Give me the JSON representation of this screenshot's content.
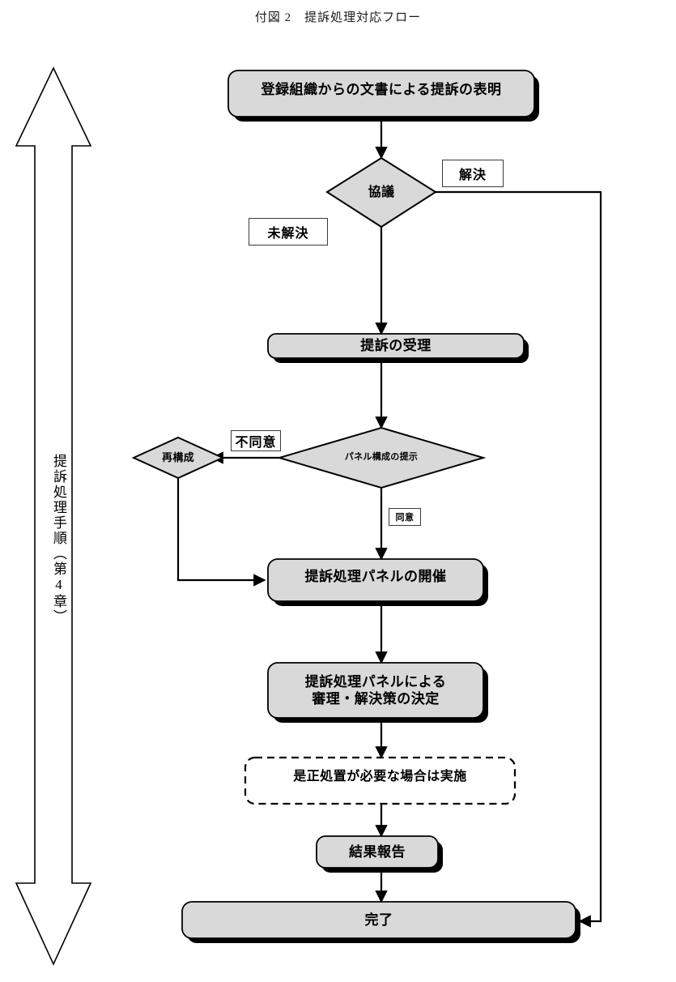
{
  "title": "付図 2　提訴処理対応フロー",
  "colors": {
    "node_fill": "#d9d9d9",
    "node_stroke": "#000000",
    "shadow": "#000000",
    "line": "#000000",
    "label_border": "#3a3a3a",
    "page_background": "#ffffff"
  },
  "side_axis": {
    "caption": "提訴処理手順（第4章）",
    "shape": "double-headed-vertical-arrow"
  },
  "nodes": [
    {
      "id": "declaration",
      "label": "登録組織からの文書による提訴の表明",
      "shape": "rounded-rect",
      "filled": true,
      "dashed": false
    },
    {
      "id": "consultation",
      "label": "協議",
      "shape": "diamond",
      "filled": true,
      "dashed": false
    },
    {
      "id": "acceptance",
      "label": "提訴の受理",
      "shape": "rounded-rect",
      "filled": true,
      "dashed": false
    },
    {
      "id": "panel-proposal",
      "label": "パネル構成の提示",
      "shape": "diamond",
      "filled": true,
      "dashed": false
    },
    {
      "id": "recompose",
      "label": "再構成",
      "shape": "diamond",
      "filled": true,
      "dashed": false
    },
    {
      "id": "panel-held",
      "label": "提訴処理パネルの開催",
      "shape": "rounded-rect",
      "filled": true,
      "dashed": false
    },
    {
      "id": "panel-decision",
      "label": "提訴処理パネルによる\n審理・解決策の決定",
      "shape": "rounded-rect",
      "filled": true,
      "dashed": false
    },
    {
      "id": "corrective-action",
      "label": "是正処置が必要な場合は実施",
      "shape": "rounded-rect",
      "filled": false,
      "dashed": true
    },
    {
      "id": "result-report",
      "label": "結果報告",
      "shape": "rounded-rect",
      "filled": true,
      "dashed": false
    },
    {
      "id": "complete",
      "label": "完了",
      "shape": "rounded-rect",
      "filled": true,
      "dashed": false
    }
  ],
  "edge_labels": [
    {
      "id": "resolved",
      "label": "解決",
      "size": "big"
    },
    {
      "id": "unresolved",
      "label": "未解決",
      "size": "big"
    },
    {
      "id": "disagree",
      "label": "不同意",
      "size": "big"
    },
    {
      "id": "agree",
      "label": "同意",
      "size": "small"
    }
  ],
  "edges": [
    {
      "from": "declaration",
      "to": "consultation",
      "label": ""
    },
    {
      "from": "consultation",
      "to": "complete",
      "label": "解決"
    },
    {
      "from": "consultation",
      "to": "acceptance",
      "label": "未解決"
    },
    {
      "from": "acceptance",
      "to": "panel-proposal",
      "label": ""
    },
    {
      "from": "panel-proposal",
      "to": "recompose",
      "label": "不同意"
    },
    {
      "from": "panel-proposal",
      "to": "panel-held",
      "label": "同意"
    },
    {
      "from": "recompose",
      "to": "panel-held",
      "label": ""
    },
    {
      "from": "panel-held",
      "to": "panel-decision",
      "label": ""
    },
    {
      "from": "panel-decision",
      "to": "corrective-action",
      "label": ""
    },
    {
      "from": "corrective-action",
      "to": "result-report",
      "label": ""
    },
    {
      "from": "result-report",
      "to": "complete",
      "label": ""
    }
  ]
}
